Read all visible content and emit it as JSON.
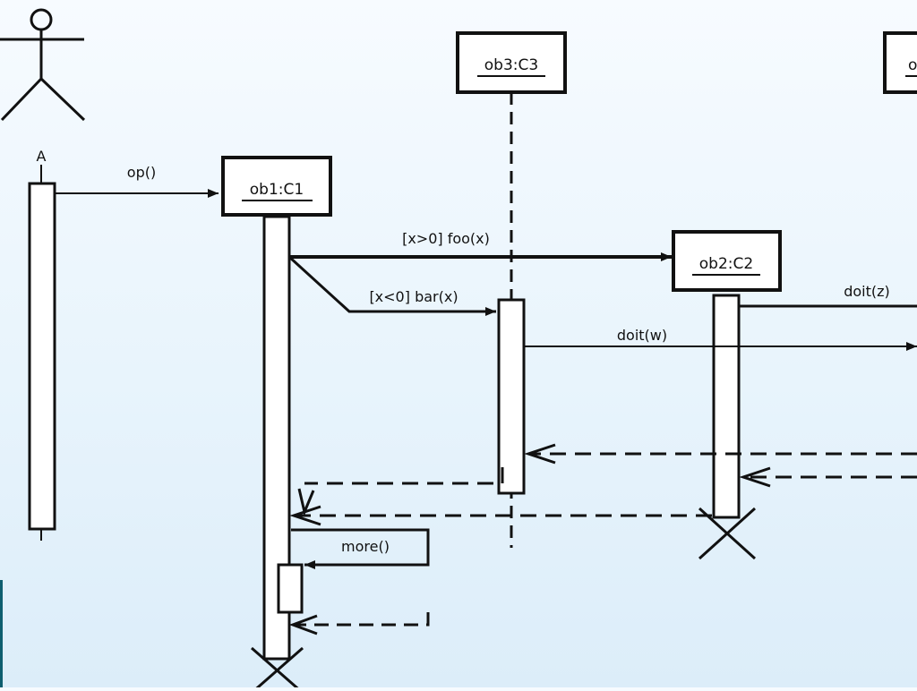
{
  "diagram": {
    "actor": {
      "label": "A"
    },
    "objects": {
      "ob1": "ob1:C1",
      "ob2": "ob2:C2",
      "ob3": "ob3:C3",
      "ob4": "o"
    },
    "messages": {
      "op": "op()",
      "foo": "[x>0] foo(x)",
      "bar": "[x<0] bar(x)",
      "doit_w": "doit(w)",
      "doit_z": "doit(z)",
      "more": "more()"
    },
    "colors": {
      "line": "#111111",
      "box_fill": "#ffffff",
      "accent": "#0e5e6f"
    }
  }
}
